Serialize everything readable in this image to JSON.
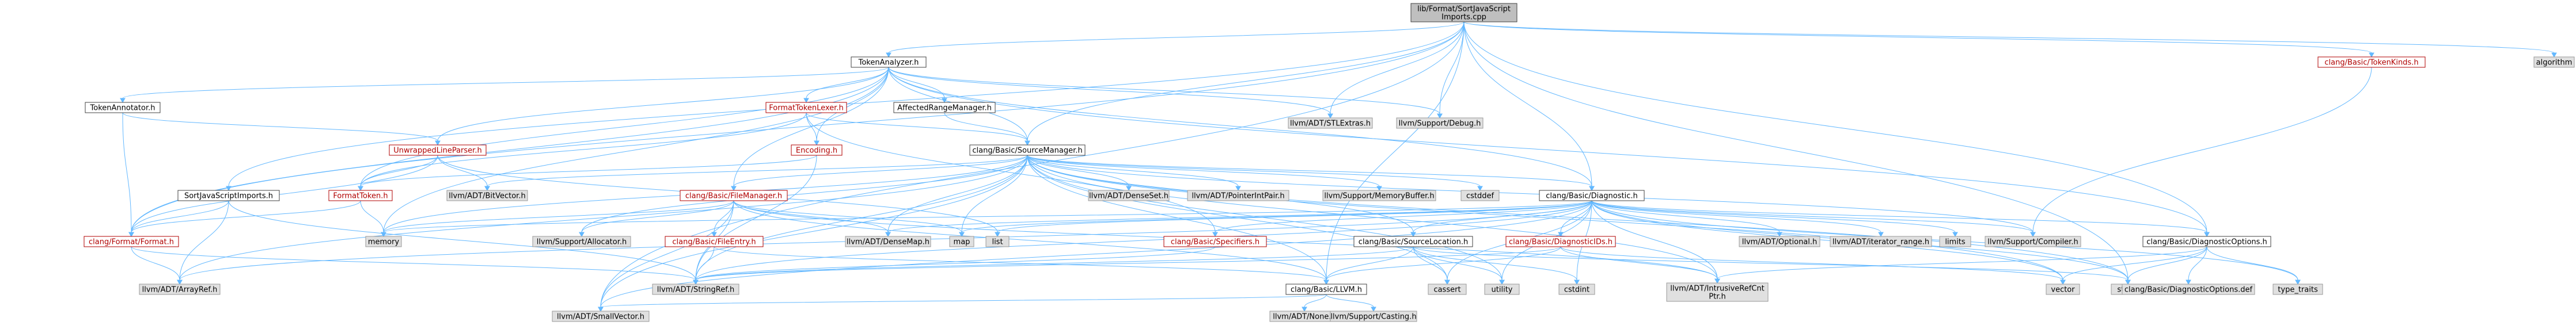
{
  "colors": {
    "edge": "#63b8ff",
    "root_fill": "#bfbfbf",
    "root_stroke": "#404040",
    "doc_fill": "#ffffff",
    "doc_stroke": "#404040",
    "ext_fill": "#e0e0e0",
    "ext_stroke": "#999999",
    "red_text": "#b00000",
    "red_stroke": "#b00000"
  },
  "nodes": [
    {
      "id": "root",
      "label": [
        "lib/Format/SortJavaScript",
        "Imports.cpp"
      ],
      "kind": "root"
    },
    {
      "id": "tokenanalyzer",
      "label": [
        "TokenAnalyzer.h"
      ],
      "kind": "doc"
    },
    {
      "id": "tokenkinds",
      "label": [
        "clang/Basic/TokenKinds.h"
      ],
      "kind": "red"
    },
    {
      "id": "algorithm",
      "label": [
        "algorithm"
      ],
      "kind": "ext"
    },
    {
      "id": "tokenannotator",
      "label": [
        "TokenAnnotator.h"
      ],
      "kind": "doc"
    },
    {
      "id": "formattokenlexer",
      "label": [
        "FormatTokenLexer.h"
      ],
      "kind": "red"
    },
    {
      "id": "affectedrange",
      "label": [
        "AffectedRangeManager.h"
      ],
      "kind": "doc"
    },
    {
      "id": "stlextras",
      "label": [
        "llvm/ADT/STLExtras.h"
      ],
      "kind": "ext"
    },
    {
      "id": "supportdebug",
      "label": [
        "llvm/Support/Debug.h"
      ],
      "kind": "ext"
    },
    {
      "id": "unwrapped",
      "label": [
        "UnwrappedLineParser.h"
      ],
      "kind": "red"
    },
    {
      "id": "encoding",
      "label": [
        "Encoding.h"
      ],
      "kind": "red"
    },
    {
      "id": "sourcemanager",
      "label": [
        "clang/Basic/SourceManager.h"
      ],
      "kind": "doc"
    },
    {
      "id": "sortjsimports",
      "label": [
        "SortJavaScriptImports.h"
      ],
      "kind": "doc"
    },
    {
      "id": "formattoken",
      "label": [
        "FormatToken.h"
      ],
      "kind": "red"
    },
    {
      "id": "bitvector",
      "label": [
        "llvm/ADT/BitVector.h"
      ],
      "kind": "ext"
    },
    {
      "id": "filemanager",
      "label": [
        "clang/Basic/FileManager.h"
      ],
      "kind": "red"
    },
    {
      "id": "densesetnode",
      "label": [
        "llvm/ADT/DenseSet.h"
      ],
      "kind": "ext"
    },
    {
      "id": "pointerintpair",
      "label": [
        "llvm/ADT/PointerIntPair.h"
      ],
      "kind": "ext"
    },
    {
      "id": "memorybuffer",
      "label": [
        "llvm/Support/MemoryBuffer.h"
      ],
      "kind": "ext"
    },
    {
      "id": "cstddef",
      "label": [
        "cstddef"
      ],
      "kind": "ext"
    },
    {
      "id": "diagnostic",
      "label": [
        "clang/Basic/Diagnostic.h"
      ],
      "kind": "doc"
    },
    {
      "id": "formatformat",
      "label": [
        "clang/Format/Format.h"
      ],
      "kind": "red"
    },
    {
      "id": "memory",
      "label": [
        "memory"
      ],
      "kind": "ext"
    },
    {
      "id": "allocator",
      "label": [
        "llvm/Support/Allocator.h"
      ],
      "kind": "ext"
    },
    {
      "id": "fileentry",
      "label": [
        "clang/Basic/FileEntry.h"
      ],
      "kind": "red"
    },
    {
      "id": "densemap",
      "label": [
        "llvm/ADT/DenseMap.h"
      ],
      "kind": "ext"
    },
    {
      "id": "map",
      "label": [
        "map"
      ],
      "kind": "ext"
    },
    {
      "id": "list",
      "label": [
        "list"
      ],
      "kind": "ext"
    },
    {
      "id": "specifiers",
      "label": [
        "clang/Basic/Specifiers.h"
      ],
      "kind": "red"
    },
    {
      "id": "sourcelocation",
      "label": [
        "clang/Basic/SourceLocation.h"
      ],
      "kind": "doc"
    },
    {
      "id": "diagnosticids",
      "label": [
        "clang/Basic/DiagnosticIDs.h"
      ],
      "kind": "red"
    },
    {
      "id": "adtoptional",
      "label": [
        "llvm/ADT/Optional.h"
      ],
      "kind": "ext"
    },
    {
      "id": "iteratorrange",
      "label": [
        "llvm/ADT/iterator_range.h"
      ],
      "kind": "ext"
    },
    {
      "id": "limits",
      "label": [
        "limits"
      ],
      "kind": "ext"
    },
    {
      "id": "supportcompiler",
      "label": [
        "llvm/Support/Compiler.h"
      ],
      "kind": "ext"
    },
    {
      "id": "diagoptions",
      "label": [
        "clang/Basic/DiagnosticOptions.h"
      ],
      "kind": "doc"
    },
    {
      "id": "arrayref",
      "label": [
        "llvm/ADT/ArrayRef.h"
      ],
      "kind": "ext"
    },
    {
      "id": "stringref",
      "label": [
        "llvm/ADT/StringRef.h"
      ],
      "kind": "ext"
    },
    {
      "id": "basicllvm",
      "label": [
        "clang/Basic/LLVM.h"
      ],
      "kind": "doc"
    },
    {
      "id": "cassert",
      "label": [
        "cassert"
      ],
      "kind": "ext"
    },
    {
      "id": "utility",
      "label": [
        "utility"
      ],
      "kind": "ext"
    },
    {
      "id": "cstdint",
      "label": [
        "cstdint"
      ],
      "kind": "ext"
    },
    {
      "id": "intrusiverefcnt",
      "label": [
        "llvm/ADT/IntrusiveRefCnt",
        "Ptr.h"
      ],
      "kind": "ext"
    },
    {
      "id": "vector",
      "label": [
        "vector"
      ],
      "kind": "ext"
    },
    {
      "id": "string",
      "label": [
        "string"
      ],
      "kind": "ext"
    },
    {
      "id": "diagoptionsdef",
      "label": [
        "clang/Basic/DiagnosticOptions.def"
      ],
      "kind": "ext"
    },
    {
      "id": "typetraits",
      "label": [
        "type_traits"
      ],
      "kind": "ext"
    },
    {
      "id": "smallvector",
      "label": [
        "llvm/ADT/SmallVector.h"
      ],
      "kind": "ext"
    },
    {
      "id": "adtnone",
      "label": [
        "llvm/ADT/None.h"
      ],
      "kind": "ext"
    },
    {
      "id": "casting",
      "label": [
        "llvm/Support/Casting.h"
      ],
      "kind": "ext"
    }
  ],
  "edges": [
    [
      "root",
      "tokenanalyzer"
    ],
    [
      "root",
      "tokenkinds"
    ],
    [
      "root",
      "algorithm"
    ],
    [
      "root",
      "sortjsimports"
    ],
    [
      "root",
      "formatformat"
    ],
    [
      "root",
      "stlextras"
    ],
    [
      "root",
      "supportdebug"
    ],
    [
      "root",
      "sourcemanager"
    ],
    [
      "root",
      "diagnostic"
    ],
    [
      "root",
      "diagoptions"
    ],
    [
      "root",
      "smallvector"
    ],
    [
      "root",
      "basicllvm"
    ],
    [
      "root",
      "string"
    ],
    [
      "tokenanalyzer",
      "tokenannotator"
    ],
    [
      "tokenanalyzer",
      "formattokenlexer"
    ],
    [
      "tokenanalyzer",
      "affectedrange"
    ],
    [
      "tokenanalyzer",
      "stlextras"
    ],
    [
      "tokenanalyzer",
      "supportdebug"
    ],
    [
      "tokenanalyzer",
      "unwrapped"
    ],
    [
      "tokenanalyzer",
      "encoding"
    ],
    [
      "tokenanalyzer",
      "sourcemanager"
    ],
    [
      "tokenanalyzer",
      "formattoken"
    ],
    [
      "tokenanalyzer",
      "formatformat"
    ],
    [
      "tokenanalyzer",
      "filemanager"
    ],
    [
      "tokenanalyzer",
      "diagnostic"
    ],
    [
      "tokenanalyzer",
      "diagoptions"
    ],
    [
      "tokenanalyzer",
      "memory"
    ],
    [
      "tokenannotator",
      "unwrapped"
    ],
    [
      "tokenannotator",
      "formatformat"
    ],
    [
      "formattokenlexer",
      "encoding"
    ],
    [
      "formattokenlexer",
      "formattoken"
    ],
    [
      "formattokenlexer",
      "sourcemanager"
    ],
    [
      "formattokenlexer",
      "specifiers"
    ],
    [
      "affectedrange",
      "sourcemanager"
    ],
    [
      "unwrapped",
      "formattoken"
    ],
    [
      "unwrapped",
      "formatformat"
    ],
    [
      "unwrapped",
      "bitvector"
    ],
    [
      "unwrapped",
      "list"
    ],
    [
      "encoding",
      "stringref"
    ],
    [
      "encoding",
      "formattoken"
    ],
    [
      "sourcemanager",
      "filemanager"
    ],
    [
      "sourcemanager",
      "bitvector"
    ],
    [
      "sourcemanager",
      "densesetnode"
    ],
    [
      "sourcemanager",
      "pointerintpair"
    ],
    [
      "sourcemanager",
      "memorybuffer"
    ],
    [
      "sourcemanager",
      "cstddef"
    ],
    [
      "sourcemanager",
      "diagnostic"
    ],
    [
      "sourcemanager",
      "memory"
    ],
    [
      "sourcemanager",
      "allocator"
    ],
    [
      "sourcemanager",
      "densemap"
    ],
    [
      "sourcemanager",
      "map"
    ],
    [
      "sourcemanager",
      "sourcelocation"
    ],
    [
      "sourcemanager",
      "supportcompiler"
    ],
    [
      "sourcemanager",
      "vector"
    ],
    [
      "sourcemanager",
      "arrayref"
    ],
    [
      "sourcemanager",
      "stringref"
    ],
    [
      "sourcemanager",
      "intrusiverefcnt"
    ],
    [
      "sourcemanager",
      "smallvector"
    ],
    [
      "sourcemanager",
      "string"
    ],
    [
      "sourcemanager",
      "cassert"
    ],
    [
      "sourcemanager",
      "utility"
    ],
    [
      "sourcemanager",
      "basicllvm"
    ],
    [
      "sortjsimports",
      "formatformat"
    ],
    [
      "sortjsimports",
      "arrayref"
    ],
    [
      "sortjsimports",
      "stringref"
    ],
    [
      "formattoken",
      "memory"
    ],
    [
      "formattoken",
      "formatformat"
    ],
    [
      "filemanager",
      "fileentry"
    ],
    [
      "filemanager",
      "memory"
    ],
    [
      "filemanager",
      "allocator"
    ],
    [
      "filemanager",
      "densemap"
    ],
    [
      "filemanager",
      "map"
    ],
    [
      "filemanager",
      "stringref"
    ],
    [
      "filemanager",
      "smallvector"
    ],
    [
      "filemanager",
      "basicllvm"
    ],
    [
      "filemanager",
      "intrusiverefcnt"
    ],
    [
      "fileentry",
      "stringref"
    ],
    [
      "fileentry",
      "basicllvm"
    ],
    [
      "diagnostic",
      "specifiers"
    ],
    [
      "diagnostic",
      "sourcelocation"
    ],
    [
      "diagnostic",
      "diagnosticids"
    ],
    [
      "diagnostic",
      "adtoptional"
    ],
    [
      "diagnostic",
      "iteratorrange"
    ],
    [
      "diagnostic",
      "limits"
    ],
    [
      "diagnostic",
      "supportcompiler"
    ],
    [
      "diagnostic",
      "diagoptions"
    ],
    [
      "diagnostic",
      "densemap"
    ],
    [
      "diagnostic",
      "list"
    ],
    [
      "diagnostic",
      "map"
    ],
    [
      "diagnostic",
      "memory"
    ],
    [
      "diagnostic",
      "arrayref"
    ],
    [
      "diagnostic",
      "stringref"
    ],
    [
      "diagnostic",
      "smallvector"
    ],
    [
      "diagnostic",
      "intrusiverefcnt"
    ],
    [
      "diagnostic",
      "cassert"
    ],
    [
      "diagnostic",
      "cstdint"
    ],
    [
      "diagnostic",
      "string"
    ],
    [
      "diagnostic",
      "vector"
    ],
    [
      "diagnostic",
      "utility"
    ],
    [
      "diagnostic",
      "typetraits"
    ],
    [
      "formatformat",
      "arrayref"
    ],
    [
      "formatformat",
      "stringref"
    ],
    [
      "specifiers",
      "stringref"
    ],
    [
      "sourcelocation",
      "basicllvm"
    ],
    [
      "sourcelocation",
      "cassert"
    ],
    [
      "sourcelocation",
      "cstdint"
    ],
    [
      "sourcelocation",
      "utility"
    ],
    [
      "sourcelocation",
      "stringref"
    ],
    [
      "sourcelocation",
      "string"
    ],
    [
      "diagnosticids",
      "basicllvm"
    ],
    [
      "diagnosticids",
      "intrusiverefcnt"
    ],
    [
      "diagnosticids",
      "stringref"
    ],
    [
      "diagnosticids",
      "vector"
    ],
    [
      "diagoptions",
      "intrusiverefcnt"
    ],
    [
      "diagoptions",
      "diagoptionsdef"
    ],
    [
      "diagoptions",
      "string"
    ],
    [
      "diagoptions",
      "typetraits"
    ],
    [
      "diagoptions",
      "vector"
    ],
    [
      "tokenkinds",
      "supportcompiler"
    ],
    [
      "basicllvm",
      "adtnone"
    ],
    [
      "basicllvm",
      "casting"
    ],
    [
      "basicllvm",
      "smallvector"
    ]
  ]
}
